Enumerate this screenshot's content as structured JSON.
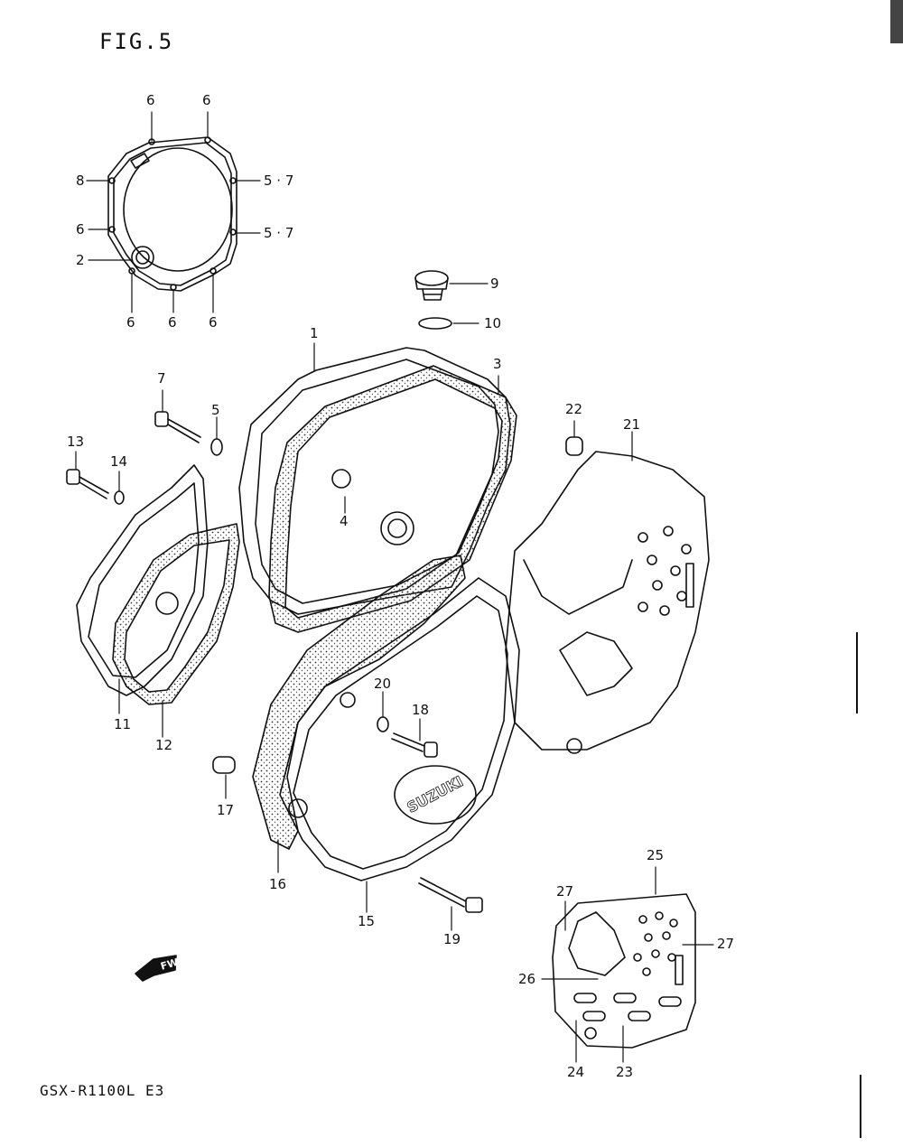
{
  "figure": {
    "title": "FIG.5",
    "model": "GSX-R1100L E3",
    "fwd_marker": "FWD"
  },
  "callouts": {
    "c1": "1",
    "c2": "2",
    "c3": "3",
    "c4": "4",
    "c5": "5",
    "c6a": "6",
    "c6b": "6",
    "c6c": "6",
    "c6d": "6",
    "c6e": "6",
    "c6f": "6",
    "c57a": "5 · 7",
    "c57b": "5 · 7",
    "c7": "7",
    "c8": "8",
    "c9": "9",
    "c10": "10",
    "c11": "11",
    "c12": "12",
    "c13": "13",
    "c14": "14",
    "c15": "15",
    "c16": "16",
    "c17": "17",
    "c18": "18",
    "c19": "19",
    "c20": "20",
    "c21": "21",
    "c22": "22",
    "c23": "23",
    "c24": "24",
    "c25": "25",
    "c26": "26",
    "c27a": "27",
    "c27b": "27"
  },
  "stamps": {
    "suzuki": "SUZUKI"
  }
}
